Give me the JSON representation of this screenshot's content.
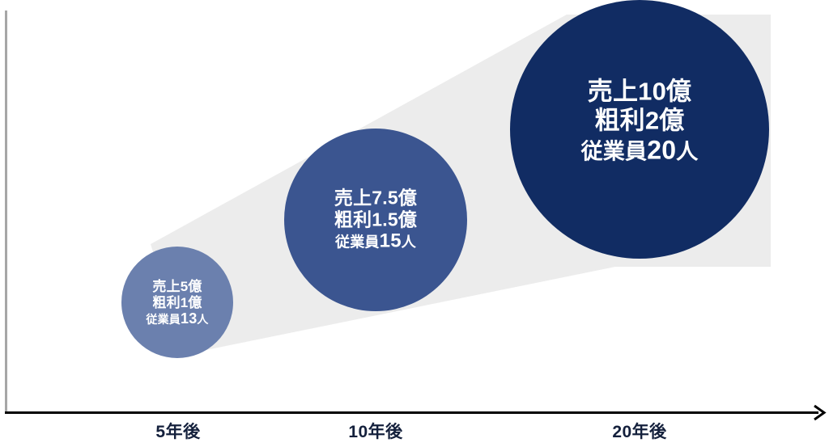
{
  "chart_data": {
    "type": "scatter",
    "title": "",
    "subtitle": "",
    "xlabel": "",
    "ylabel": "",
    "grid": false,
    "legend": null,
    "categories": [
      "5年後",
      "10年後",
      "20年後"
    ],
    "series": [
      {
        "name": "売上",
        "unit": "億",
        "values": [
          5,
          7.5,
          10
        ]
      },
      {
        "name": "粗利",
        "unit": "億",
        "values": [
          1,
          1.5,
          2
        ]
      },
      {
        "name": "従業員",
        "unit": "人",
        "values": [
          13,
          15,
          20
        ]
      }
    ],
    "bubbles": [
      {
        "category": "5年後",
        "cx": 219,
        "cy": 374,
        "r": 69,
        "color": "#6B80AE",
        "lines": [
          "売上5億",
          "粗利1億",
          "従業員13人"
        ],
        "line1": "売上5億",
        "line2": "粗利1億",
        "line3_prefix": "従業員",
        "line3_num": "13",
        "line3_suffix": "人"
      },
      {
        "category": "10年後",
        "cx": 464,
        "cy": 272,
        "r": 113,
        "color": "#3B5590",
        "lines": [
          "売上7.5億",
          "粗利1.5億",
          "従業員15人"
        ],
        "line1": "売上7.5億",
        "line2": "粗利1.5億",
        "line3_prefix": "従業員",
        "line3_num": "15",
        "line3_suffix": "人"
      },
      {
        "category": "20年後",
        "cx": 790,
        "cy": 160,
        "r": 160,
        "color": "#112C63",
        "lines": [
          "売上10億",
          "粗利2億",
          "従業員20人"
        ],
        "line1": "売上10億",
        "line2": "粗利2億",
        "line3_prefix": "従業員",
        "line3_num": "20",
        "line3_suffix": "人"
      }
    ],
    "funnel": {
      "color": "#ECECEC",
      "description": "growth-cone"
    },
    "axes": {
      "x_axis_color": "#000000",
      "y_axis_color": "#A6A6A6",
      "x_axis_arrow": true,
      "y_axis_arrow": false
    },
    "colors": {
      "bubble_small": "#6B80AE",
      "bubble_medium": "#3B5590",
      "bubble_large": "#112C63",
      "funnel": "#ECECEC",
      "label_text": "#14203c",
      "bubble_text": "#ffffff",
      "background": "#ffffff"
    }
  }
}
